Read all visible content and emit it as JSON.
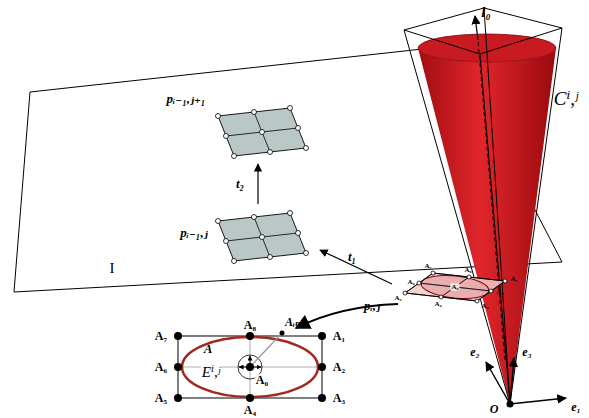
{
  "diagram": {
    "labels": [
      "l₀",
      "Cⁱ,ʲ",
      "pᵢ₋₁,ⱼ₊₁",
      "t₂",
      "pᵢ₋₁,ⱼ",
      "t₁",
      "pᵢ,ⱼ",
      "I",
      "A₇",
      "A₈",
      "A₁",
      "A₆",
      "A₀",
      "A₂",
      "A₅",
      "A₄",
      "A₃",
      "A₇",
      "A₈",
      "A₁",
      "Aᵢₙᵢₜ",
      "A",
      "A₆",
      "Eⁱ,ʲ",
      "A₀",
      "A₂",
      "A₅",
      "A₄",
      "A₃",
      "e₂",
      "e₃",
      "e₁",
      "O"
    ]
  }
}
